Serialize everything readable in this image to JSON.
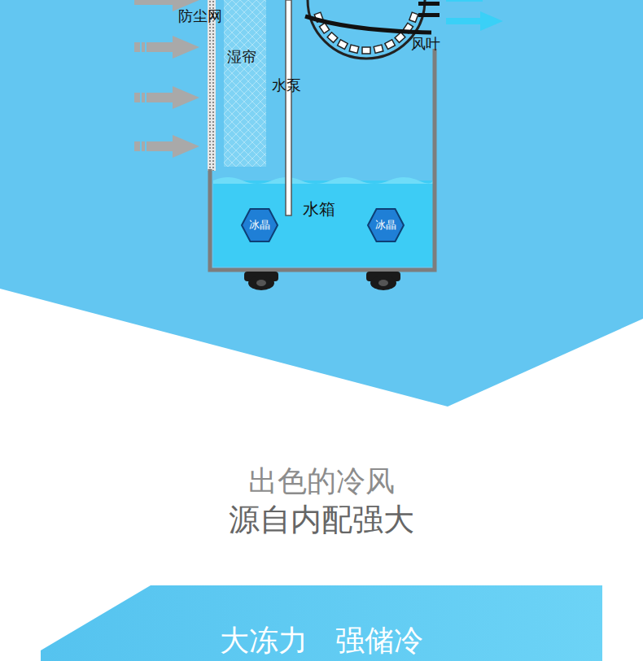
{
  "diagram": {
    "nodes": [
      {
        "text": [
          "水箱"
        ]
      },
      {
        "text": [
          "冰晶"
        ],
        "in": 0
      },
      {
        "text": [
          "冰晶"
        ],
        "in": 0
      },
      {
        "text": [
          "大冻力",
          "强储冷"
        ]
      }
    ],
    "labels": [
      "防尘网",
      "湿帘",
      "水泵",
      "风叶",
      "出色的冷风",
      "源自内配强大"
    ]
  }
}
